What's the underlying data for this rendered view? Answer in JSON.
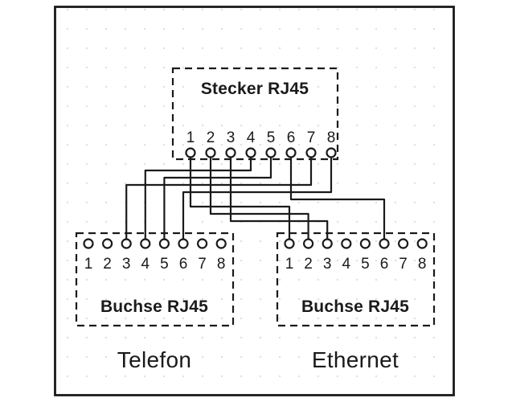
{
  "diagram": {
    "plug": {
      "label": "Stecker RJ45",
      "pins": [
        "1",
        "2",
        "3",
        "4",
        "5",
        "6",
        "7",
        "8"
      ]
    },
    "sockets": [
      {
        "label": "Buchse RJ45",
        "caption": "Telefon",
        "pins": [
          "1",
          "2",
          "3",
          "4",
          "5",
          "6",
          "7",
          "8"
        ]
      },
      {
        "label": "Buchse RJ45",
        "caption": "Ethernet",
        "pins": [
          "1",
          "2",
          "3",
          "4",
          "5",
          "6",
          "7",
          "8"
        ]
      }
    ],
    "connections": [
      {
        "from_pin": 4,
        "socket": 0,
        "to_pin": 4
      },
      {
        "from_pin": 5,
        "socket": 0,
        "to_pin": 5
      },
      {
        "from_pin": 7,
        "socket": 0,
        "to_pin": 3
      },
      {
        "from_pin": 8,
        "socket": 0,
        "to_pin": 6
      },
      {
        "from_pin": 6,
        "socket": 1,
        "to_pin": 6
      },
      {
        "from_pin": 1,
        "socket": 1,
        "to_pin": 1
      },
      {
        "from_pin": 2,
        "socket": 1,
        "to_pin": 2
      },
      {
        "from_pin": 3,
        "socket": 1,
        "to_pin": 3
      }
    ],
    "colors": {
      "line": "#1a1a1a",
      "grid_dot": "#e0e0e0",
      "background": "#ffffff"
    }
  }
}
